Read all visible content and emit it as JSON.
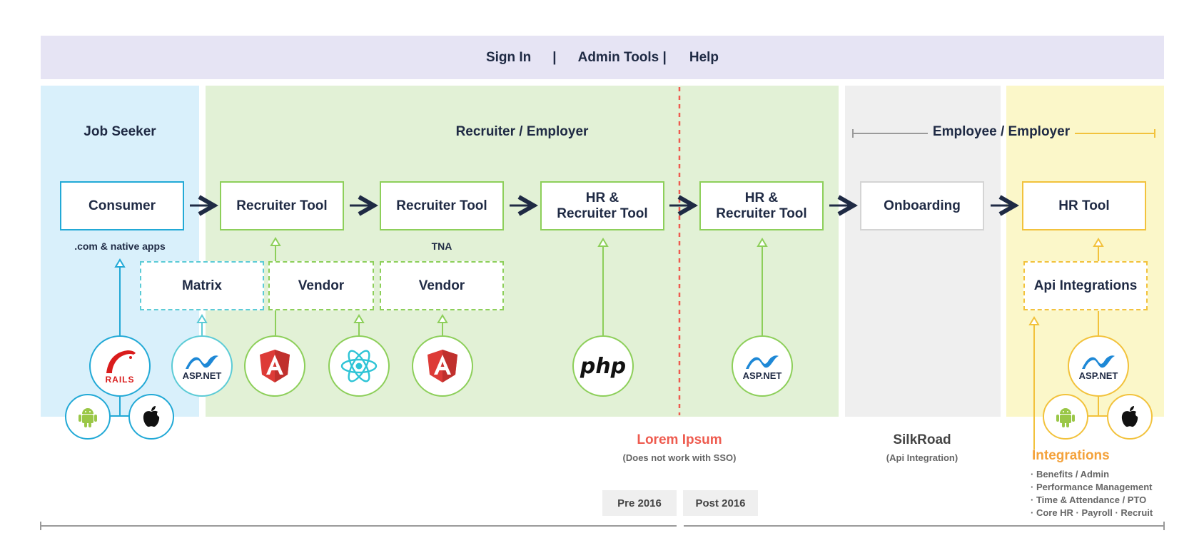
{
  "nav": {
    "sign_in": "Sign In",
    "sep1": "|",
    "admin_tools": "Admin Tools |",
    "help": "Help"
  },
  "sections": {
    "job_seeker": "Job Seeker",
    "recruiter_employer": "Recruiter / Employer",
    "employee_employer": "Employee / Employer"
  },
  "boxes": {
    "consumer": "Consumer",
    "recruiter_tool_1": "Recruiter Tool",
    "recruiter_tool_2": "Recruiter Tool",
    "hr_recruiter_1_line1": "HR &",
    "hr_recruiter_1_line2": "Recruiter Tool",
    "hr_recruiter_2_line1": "HR &",
    "hr_recruiter_2_line2": "Recruiter Tool",
    "onboarding": "Onboarding",
    "hr_tool": "HR Tool",
    "matrix": "Matrix",
    "vendor_1": "Vendor",
    "vendor_2": "Vendor",
    "api_integrations": "Api Integrations"
  },
  "captions": {
    "consumer_sub": ".com & native apps",
    "tna": "TNA"
  },
  "tech": {
    "rails": "RAILS",
    "aspnet": "ASP.NET",
    "php": "php"
  },
  "footer": {
    "lorem_title": "Lorem Ipsum",
    "lorem_sub": "(Does not work with SSO)",
    "silkroad_title": "SilkRoad",
    "silkroad_sub": "(Api Integration)",
    "integrations_title": "Integrations",
    "integrations_items": [
      "· Benefits / Admin",
      "· Performance Management",
      "· Time & Attendance / PTO",
      "·  Core HR · Payroll · Recruit"
    ],
    "pre": "Pre 2016",
    "post": "Post 2016"
  },
  "colors": {
    "nav_bg": "#e6e4f4",
    "seeker": "#d9f0fb",
    "recruiter": "#e2f1d6",
    "silkroad": "#efefef",
    "employee": "#fbf7c9",
    "blue": "#22a9d6",
    "green": "#8dcf5a",
    "yellow": "#f2c23c",
    "red": "#ee5b4f",
    "orange": "#f4a23b"
  }
}
